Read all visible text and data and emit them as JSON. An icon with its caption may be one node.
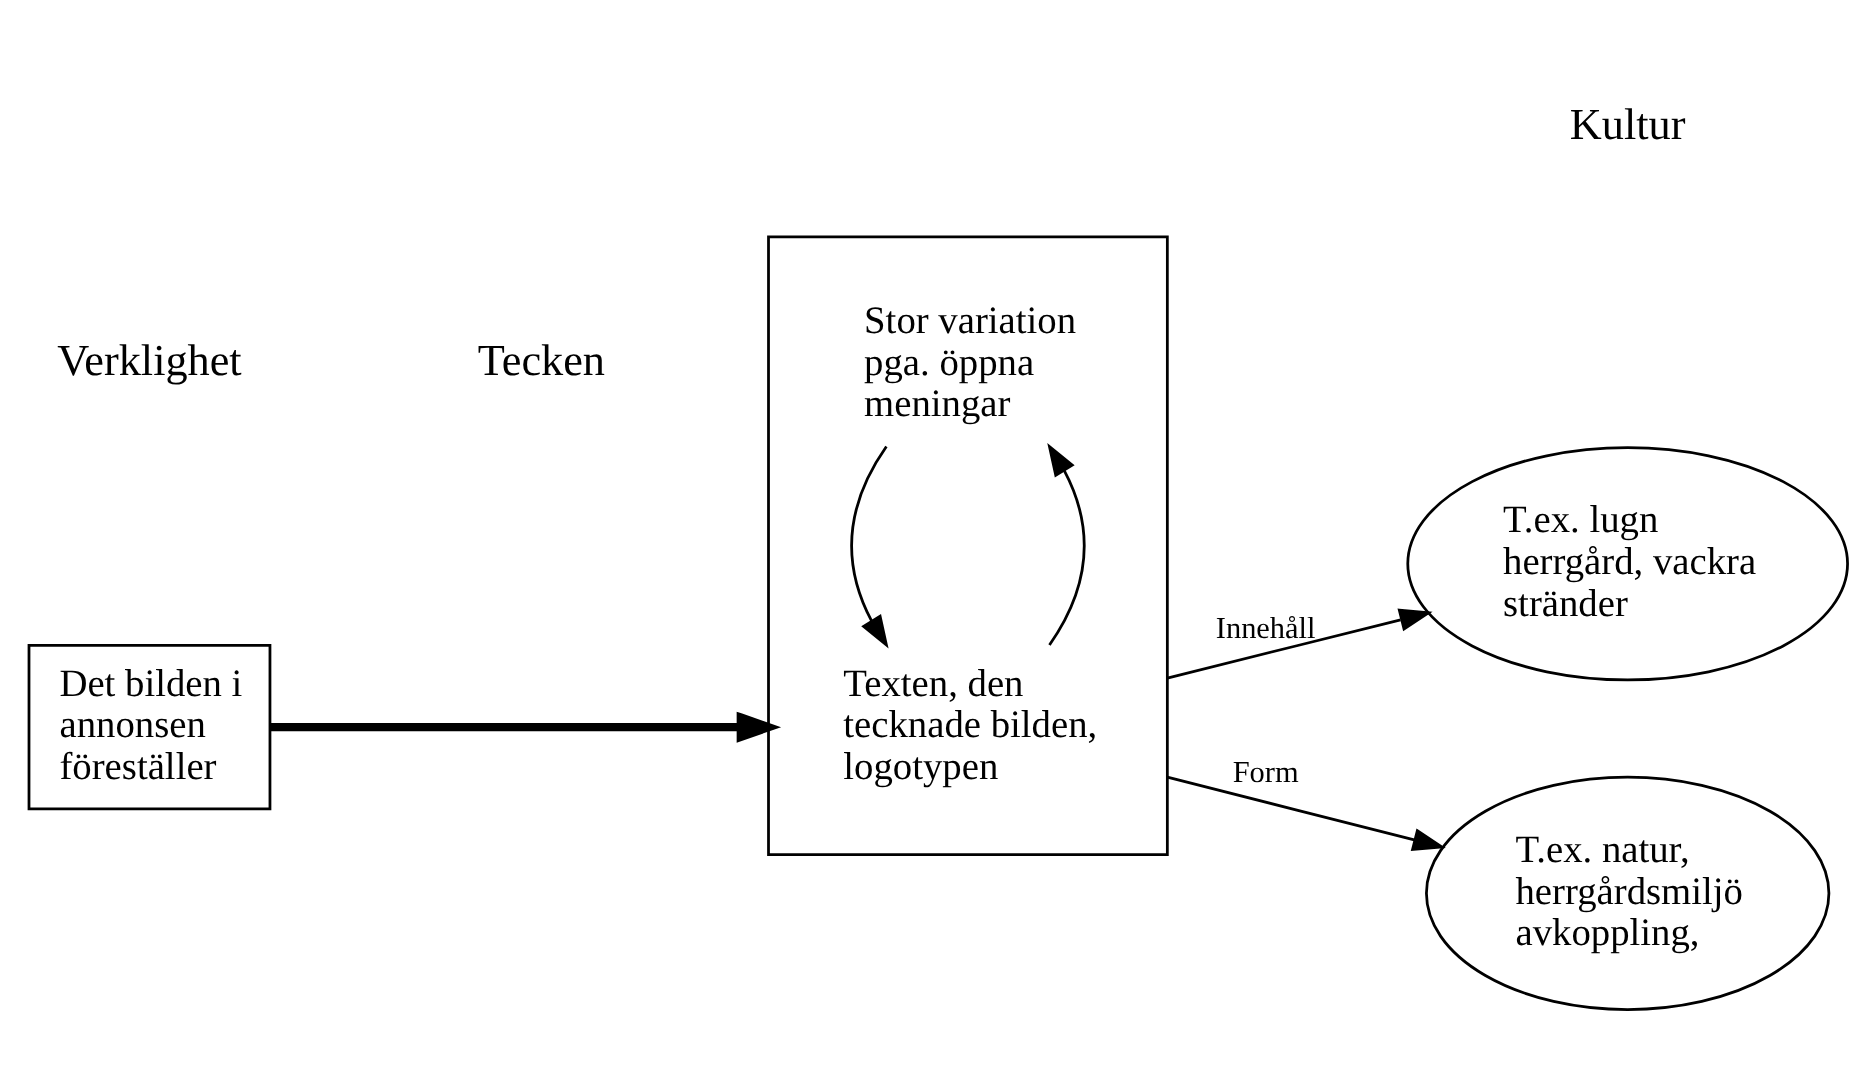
{
  "diagram": {
    "nodes": [
      {
        "text": [
          "Det bilden i annonsen föreställer"
        ]
      },
      {
        "text": [],
        "shape": "box"
      },
      {
        "text": [
          "Texten, den tecknade bilden, logotypen"
        ],
        "in": 1
      },
      {
        "text": [
          "Stor variation pga. öppna meningar"
        ],
        "in": 1
      },
      {
        "text": [
          "T.ex. natur, herrgårdsmiljö avkoppling,"
        ]
      },
      {
        "text": [
          "T.ex. lugn herrgård, vackra stränder"
        ]
      }
    ],
    "edges": [
      {
        "from": 0,
        "to": 1,
        "arrow": "to",
        "style": "thick"
      },
      {
        "from": 2,
        "to": 3,
        "arrow": "to"
      },
      {
        "from": 3,
        "to": 2,
        "arrow": "to"
      },
      {
        "from": 1,
        "to": 4,
        "label": "Form",
        "arrow": "to"
      },
      {
        "from": 1,
        "to": 5,
        "label": "Innehåll",
        "arrow": "to"
      }
    ],
    "labels": [
      "Verklighet",
      "Tecken",
      "Kultur"
    ]
  }
}
